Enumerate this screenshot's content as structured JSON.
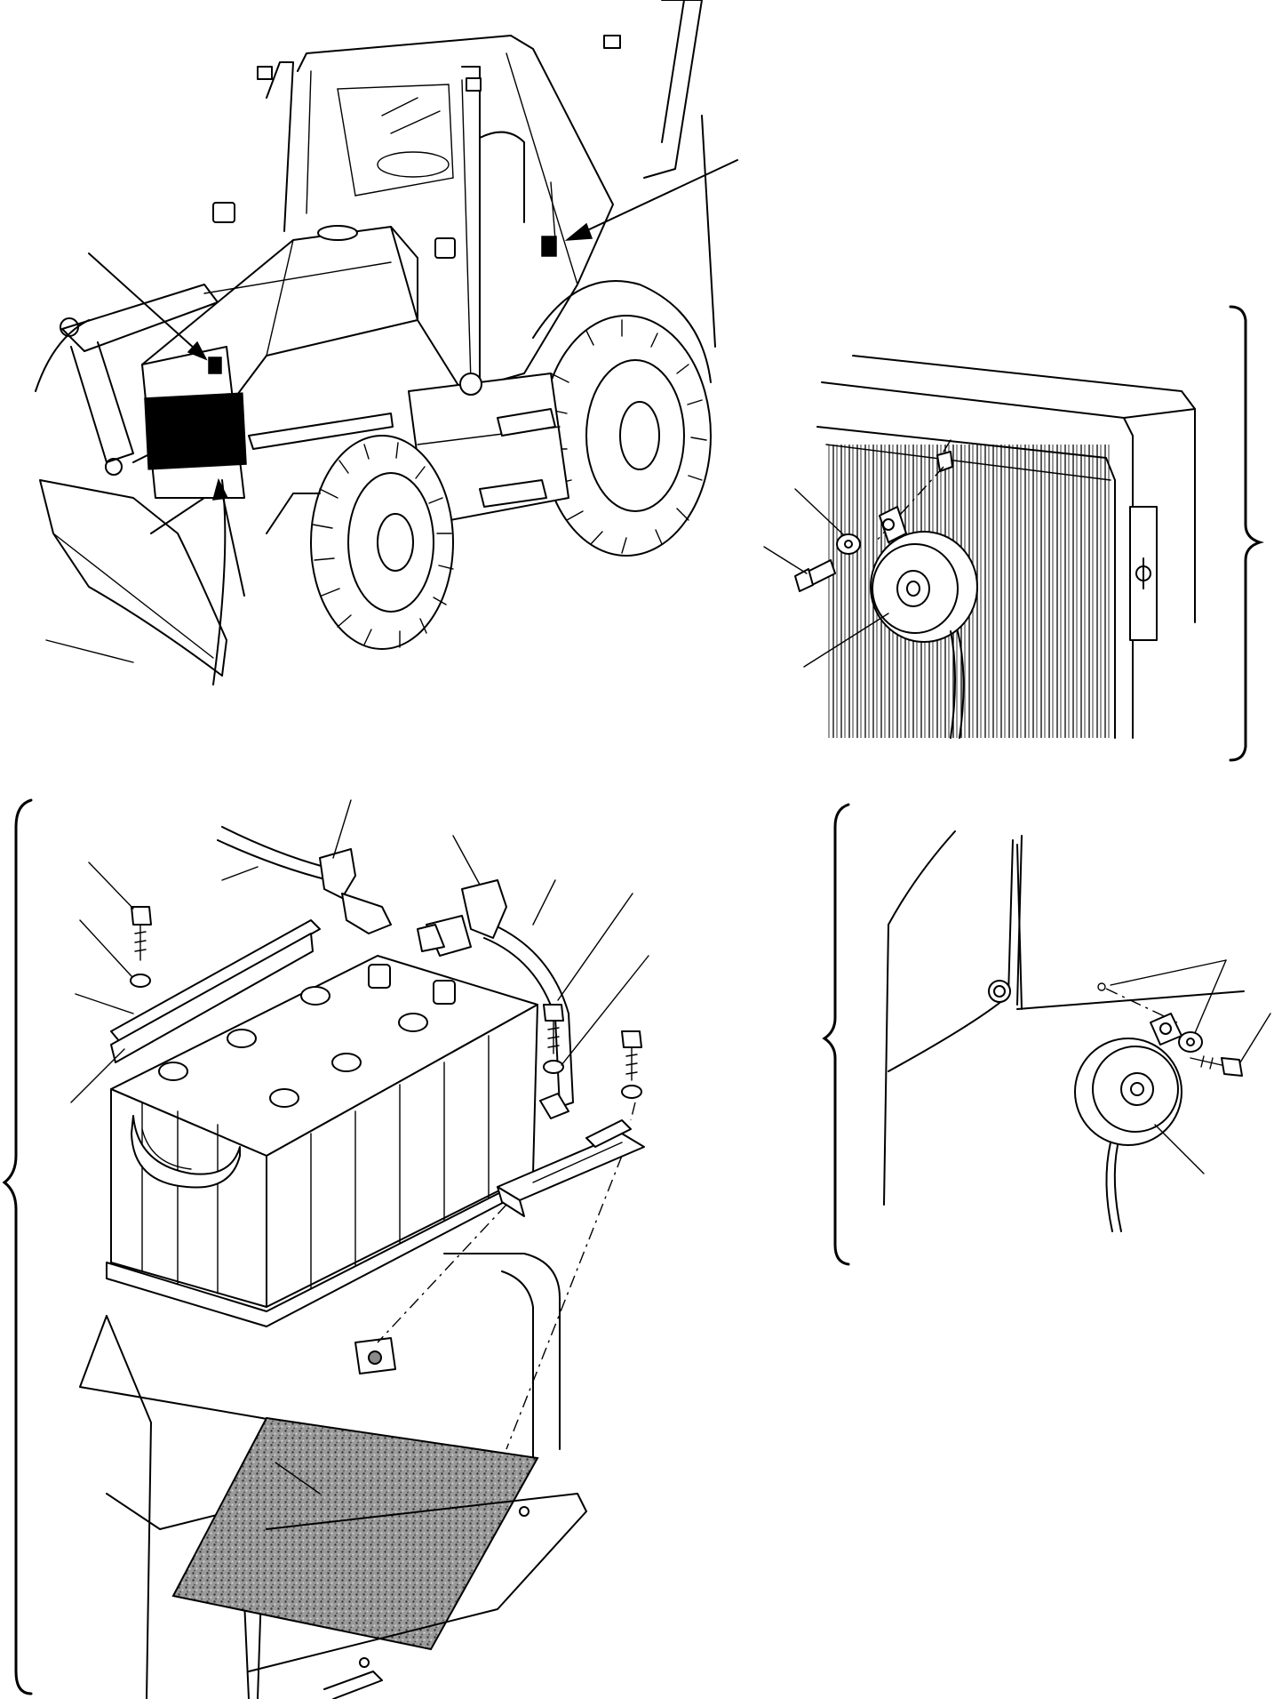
{
  "figure": {
    "panels": [
      {
        "id": "backhoe-overview"
      },
      {
        "id": "horn-on-radiator"
      },
      {
        "id": "battery-mounting"
      },
      {
        "id": "horn-on-cab-pillar"
      }
    ]
  }
}
